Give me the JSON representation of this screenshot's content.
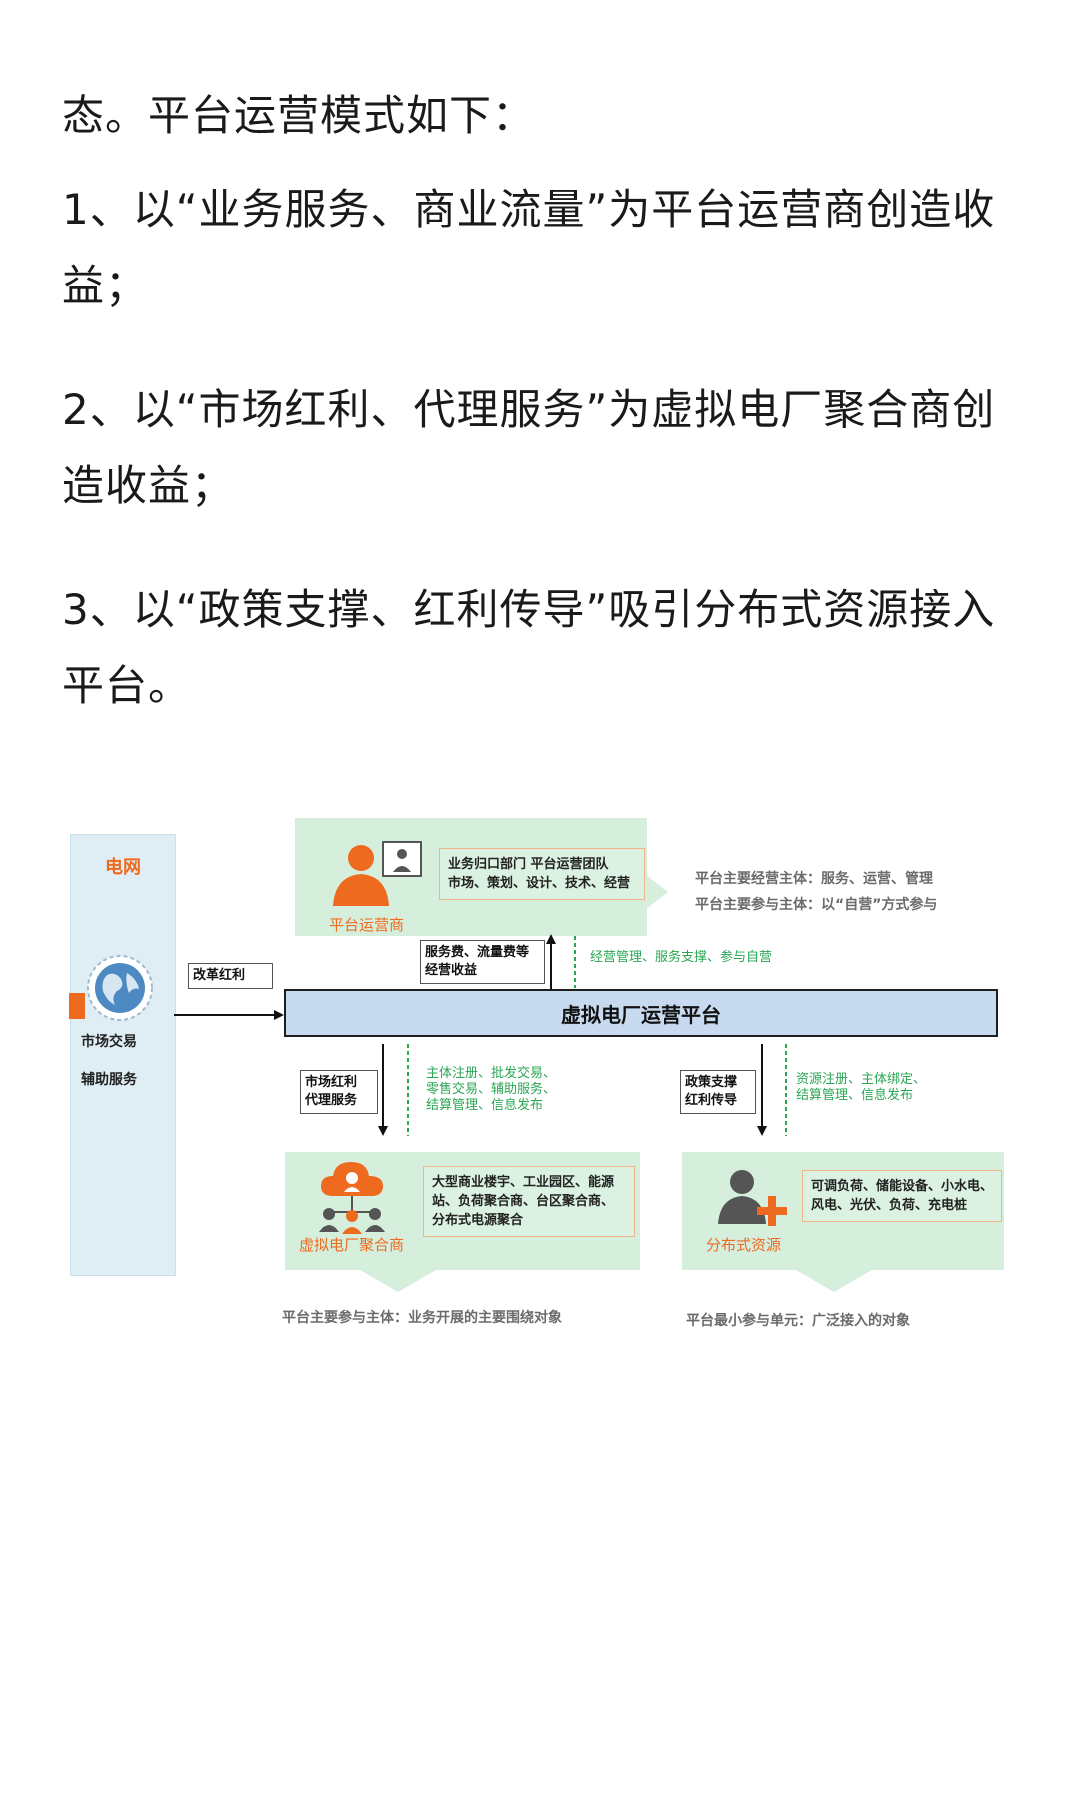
{
  "paragraphs": [
    "态。平台运营模式如下：",
    "1、以“业务服务、商业流量”为平台运营商创造收益；",
    "2、以“市场红利、代理服务”为虚拟电厂聚合商创造收益；",
    "3、以“政策支撑、红利传导”吸引分布式资源接入平台。"
  ],
  "diagram": {
    "grid": {
      "title": "电网",
      "line1": "市场交易",
      "line2": "辅助服务"
    },
    "reform_tag": "改革红利",
    "operator": {
      "label": "平台运营商",
      "desc_line1": "业务归口部门  平台运营团队",
      "desc_line2": "市场、策划、设计、技术、经营",
      "note_line1": "平台主要经营主体：服务、运营、管理",
      "note_line2": "平台主要参与主体：以“自营”方式参与"
    },
    "service_tag_line1": "服务费、流量费等",
    "service_tag_line2": "经营收益",
    "operator_flow": "经营管理、服务支撑、参与自营",
    "platform_title": "虚拟电厂运营平台",
    "market_tag_line1": "市场红利",
    "market_tag_line2": "代理服务",
    "aggregator_flow_line1": "主体注册、批发交易、",
    "aggregator_flow_line2": "零售交易、辅助服务、",
    "aggregator_flow_line3": "结算管理、信息发布",
    "policy_tag_line1": "政策支撑",
    "policy_tag_line2": "红利传导",
    "resource_flow_line1": "资源注册、主体绑定、",
    "resource_flow_line2": "结算管理、信息发布",
    "aggregator": {
      "label": "虚拟电厂聚合商",
      "desc_line1": "大型商业楼宇、工业园区、能源",
      "desc_line2": "站、负荷聚合商、台区聚合商、",
      "desc_line3": "分布式电源聚合",
      "note": "平台主要参与主体：业务开展的主要围绕对象"
    },
    "resource": {
      "label": "分布式资源",
      "desc_line1": "可调负荷、储能设备、小水电、",
      "desc_line2": "风电、光伏、负荷、充电桩",
      "note": "平台最小参与单元：广泛接入的对象"
    }
  }
}
